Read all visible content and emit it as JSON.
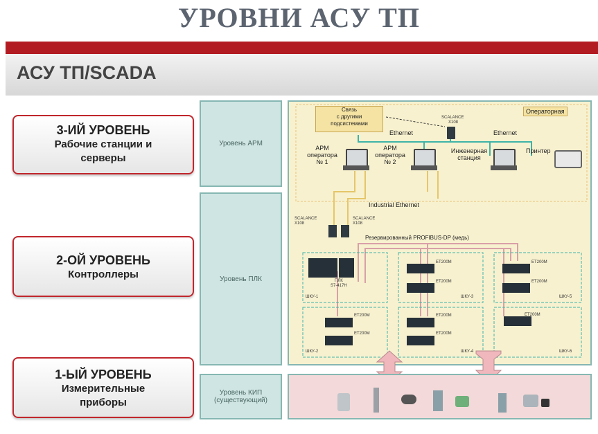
{
  "title": "УРОВНИ АСУ ТП",
  "subtitle": "АСУ ТП/SCADA",
  "levels": [
    {
      "name": "3-ИЙ УРОВЕНЬ",
      "desc_line1": "Рабочие станции и",
      "desc_line2": "серверы"
    },
    {
      "name": "2-ОЙ УРОВЕНЬ",
      "desc_line1": "Контроллеры"
    },
    {
      "name": "1-ЫЙ УРОВЕНЬ",
      "desc_line1": "Измерительные",
      "desc_line2": "приборы"
    }
  ],
  "side_labels": {
    "arm": "Уровень АРМ",
    "plc": "Уровень ПЛК",
    "kip_line1": "Уровень КИП",
    "kip_line2": "(существующий)"
  },
  "diagram": {
    "operator_room": "Операторная",
    "link_line1": "Связь",
    "link_line2": "с другими",
    "link_line3": "подсистемами",
    "scalance_top_1": "SCALANCE",
    "scalance_top_2": "X108",
    "ethernet": "Ethernet",
    "arm1_line1": "АРМ",
    "arm1_line2": "оператора",
    "arm1_line3": "№ 1",
    "arm2_line1": "АРМ",
    "arm2_line2": "оператора",
    "arm2_line3": "№ 2",
    "eng_line1": "Инженерная",
    "eng_line2": "станция",
    "printer": "Принтер",
    "industrial_ethernet": "Industrial Ethernet",
    "profibus": "Резервированный PROFIBUS-DP (медь)",
    "scalance_x108": "SCALANCE X108",
    "plc_line1": "ПЛК",
    "plc_line2": "S7-417H",
    "et200m": "ET200M",
    "cabinets": [
      "ШКУ-1",
      "ШКУ-2",
      "ШКУ-3",
      "ШКУ-4",
      "ШКУ-5",
      "ШКУ-6"
    ]
  },
  "colors": {
    "accent_red": "#b31b23",
    "panel_teal": "#cfe5e3",
    "diagram_bg": "#f7f1cf",
    "kip_bg": "#f3d9d9",
    "ethernet_line": "#3fb3a8",
    "profibus_line": "#d9a0a8"
  }
}
